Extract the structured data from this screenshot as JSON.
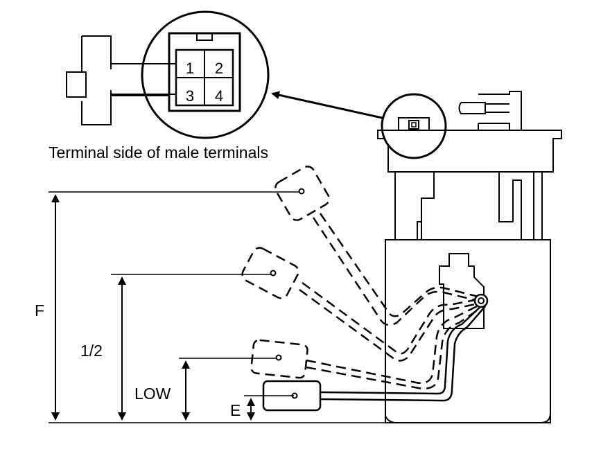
{
  "connector": {
    "caption": "Terminal side of male terminals",
    "pins": [
      "1",
      "2",
      "3",
      "4"
    ]
  },
  "levels": {
    "full": "F",
    "half": "1/2",
    "low": "LOW",
    "empty": "E"
  },
  "colors": {
    "line": "#000000",
    "background": "#ffffff"
  }
}
